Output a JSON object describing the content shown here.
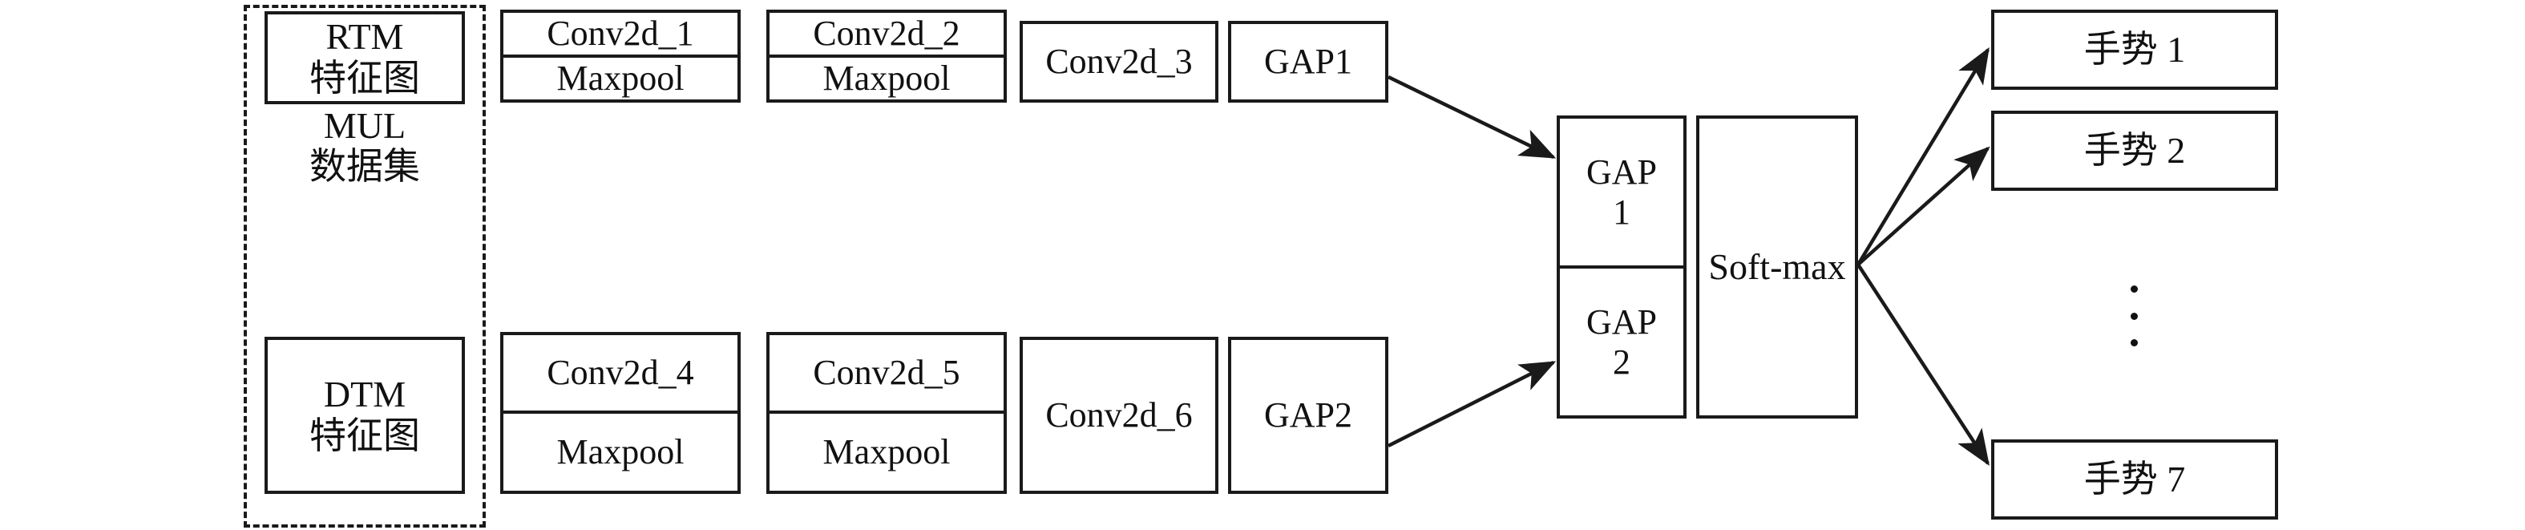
{
  "diagram": {
    "title": "Dual-branch CNN gesture recognition architecture",
    "stroke_color": "#1a1a1a",
    "background_color": "#ffffff"
  },
  "input_group": {
    "caption_line1": "MUL",
    "caption_line2": "数据集",
    "inputs": [
      {
        "line1": "RTM",
        "line2": "特征图"
      },
      {
        "line1": "DTM",
        "line2": "特征图"
      }
    ]
  },
  "branches": {
    "top": {
      "stages": [
        {
          "conv": "Conv2d_1",
          "pool": "Maxpool"
        },
        {
          "conv": "Conv2d_2",
          "pool": "Maxpool"
        },
        {
          "conv": "Conv2d_3"
        },
        {
          "conv": "GAP1"
        }
      ]
    },
    "bottom": {
      "stages": [
        {
          "conv": "Conv2d_4",
          "pool": "Maxpool"
        },
        {
          "conv": "Conv2d_5",
          "pool": "Maxpool"
        },
        {
          "conv": "Conv2d_6"
        },
        {
          "conv": "GAP2"
        }
      ]
    }
  },
  "fusion": {
    "cells": [
      {
        "line1": "GAP",
        "line2": "1"
      },
      {
        "line1": "GAP",
        "line2": "2"
      }
    ]
  },
  "classifier": {
    "label": "Soft-max"
  },
  "outputs": {
    "items": [
      {
        "label": "手势 1"
      },
      {
        "label": "手势 2"
      },
      {
        "label": "手势 7"
      }
    ],
    "ellipsis": "⋮"
  }
}
